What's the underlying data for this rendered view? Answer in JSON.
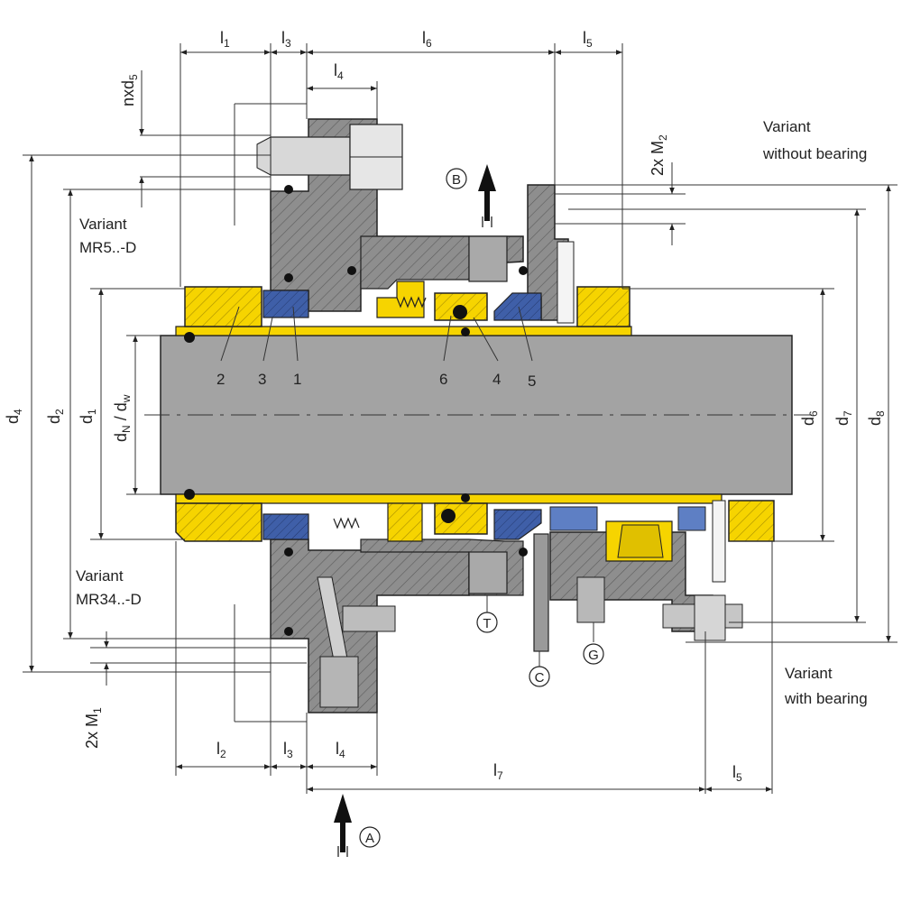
{
  "colors": {
    "steel": "#8e8e8e",
    "yellow": "#f6d400",
    "blue": "#3f5fa8",
    "dark": "#2b2b2b",
    "line": "#333333",
    "shaft": "#a3a3a3"
  },
  "dimensions": {
    "l1": {
      "main": "l",
      "sub": "1"
    },
    "l2": {
      "main": "l",
      "sub": "2"
    },
    "l3_top": {
      "main": "l",
      "sub": "3"
    },
    "l3_bottom": {
      "main": "l",
      "sub": "3"
    },
    "l4_top": {
      "main": "l",
      "sub": "4"
    },
    "l4_bottom": {
      "main": "l",
      "sub": "4"
    },
    "l5_top": {
      "main": "l",
      "sub": "5"
    },
    "l5_bottom": {
      "main": "l",
      "sub": "5"
    },
    "l6": {
      "main": "l",
      "sub": "6"
    },
    "l7": {
      "main": "l",
      "sub": "7"
    },
    "d1": {
      "main": "d",
      "sub": "1"
    },
    "d2": {
      "main": "d",
      "sub": "2"
    },
    "d4": {
      "main": "d",
      "sub": "4"
    },
    "d6": {
      "main": "d",
      "sub": "6"
    },
    "d7": {
      "main": "d",
      "sub": "7"
    },
    "d8": {
      "main": "d",
      "sub": "8"
    },
    "dN_dw": {
      "main1": "d",
      "sub1": "N",
      "mid": " / d",
      "sub2": "w"
    },
    "nxd5": {
      "main": "nxd",
      "sub": "5"
    },
    "m1": {
      "main": "2x M",
      "sub": "1"
    },
    "m2": {
      "main": "2x M",
      "sub": "2"
    }
  },
  "part_numbers": [
    "2",
    "3",
    "1",
    "6",
    "4",
    "5"
  ],
  "variants": {
    "mr5_line1": "Variant",
    "mr5_line2": "MR5..-D",
    "mr34_line1": "Variant",
    "mr34_line2": "MR34..-D",
    "without_line1": "Variant",
    "without_line2": "without bearing",
    "with_line1": "Variant",
    "with_line2": "with bearing"
  },
  "ports": {
    "A": "A",
    "B": "B",
    "T": "T",
    "C": "C",
    "G": "G"
  }
}
